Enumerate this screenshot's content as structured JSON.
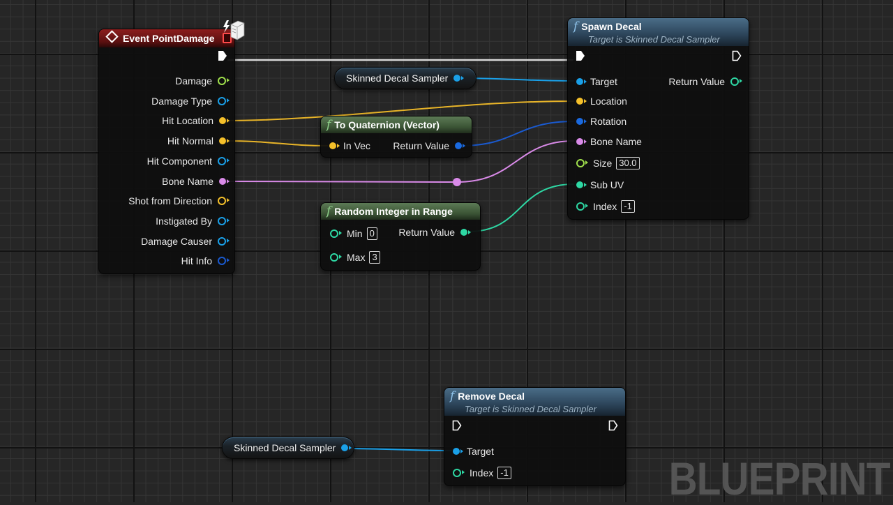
{
  "colors": {
    "exec": "#ffffff",
    "float": "#a0e04c",
    "object": "#1aa0e8",
    "vector": "#f5c02a",
    "rotator": "#1a6ae0",
    "name": "#d98ae8",
    "integer": "#2ed8a4",
    "struct": "#1a5ad0",
    "event_header": "#8c1d1d",
    "function_header": "#3a5a74",
    "pure_header": "#4a6a44"
  },
  "event_node": {
    "title": "Event PointDamage",
    "icon": "event-diamond-icon",
    "outputs": [
      {
        "label": "Damage",
        "type": "float",
        "connected": false
      },
      {
        "label": "Damage Type",
        "type": "object",
        "connected": false
      },
      {
        "label": "Hit Location",
        "type": "vector",
        "connected": true
      },
      {
        "label": "Hit Normal",
        "type": "vector",
        "connected": true
      },
      {
        "label": "Hit Component",
        "type": "object",
        "connected": false
      },
      {
        "label": "Bone Name",
        "type": "name",
        "connected": true
      },
      {
        "label": "Shot from Direction",
        "type": "vector",
        "connected": false
      },
      {
        "label": "Instigated By",
        "type": "object",
        "connected": false
      },
      {
        "label": "Damage Causer",
        "type": "object",
        "connected": false
      },
      {
        "label": "Hit Info",
        "type": "struct",
        "connected": false
      }
    ]
  },
  "var_node_1": {
    "label": "Skinned Decal Sampler"
  },
  "var_node_2": {
    "label": "Skinned Decal Sampler"
  },
  "to_quat_node": {
    "title": "To Quaternion (Vector)",
    "input": "In Vec",
    "output": "Return Value"
  },
  "random_int_node": {
    "title": "Random Integer in Range",
    "min_label": "Min",
    "min_value": "0",
    "max_label": "Max",
    "max_value": "3",
    "output": "Return Value"
  },
  "spawn_decal_node": {
    "title": "Spawn Decal",
    "subtitle": "Target is Skinned Decal Sampler",
    "inputs": {
      "target": "Target",
      "location": "Location",
      "rotation": "Rotation",
      "bone_name": "Bone Name",
      "size": "Size",
      "size_value": "30.0",
      "sub_uv": "Sub UV",
      "index": "Index",
      "index_value": "-1"
    },
    "output": "Return Value"
  },
  "remove_decal_node": {
    "title": "Remove Decal",
    "subtitle": "Target is Skinned Decal Sampler",
    "target": "Target",
    "index": "Index",
    "index_value": "-1"
  },
  "function_glyph": "f",
  "watermark": "BLUEPRINT"
}
